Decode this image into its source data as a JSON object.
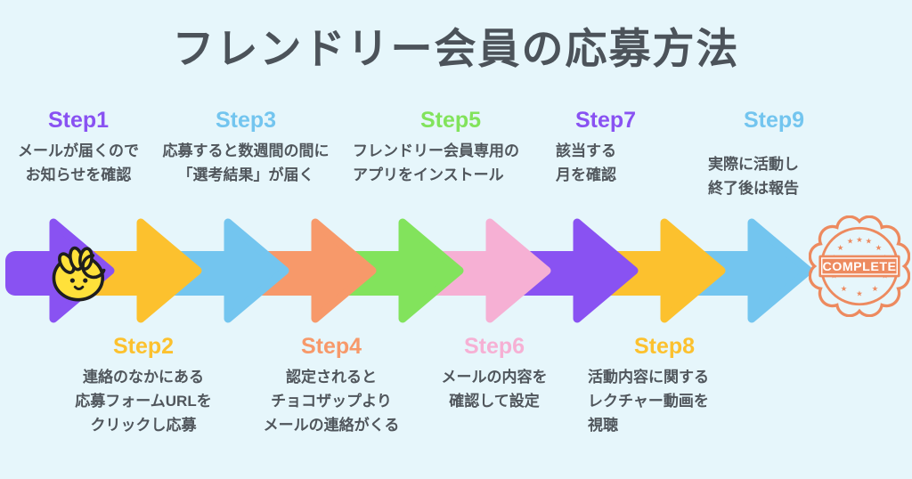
{
  "title": "フレンドリー会員の応募方法",
  "theme": {
    "background_color": "#e6f6fb",
    "title_color": "#4c535a",
    "body_text_color": "#50565c"
  },
  "steps": [
    {
      "label": "Step1",
      "color": "#8952f2",
      "position": "top",
      "description": "メールが届くので\nお知らせを確認"
    },
    {
      "label": "Step2",
      "color": "#fcc12e",
      "position": "bottom",
      "description": "連絡のなかにある\n応募フォームURLを\nクリックし応募"
    },
    {
      "label": "Step3",
      "color": "#73c5ef",
      "position": "top",
      "description": "応募すると数週間の間に\n「選考結果」が届く"
    },
    {
      "label": "Step4",
      "color": "#f7996a",
      "position": "bottom",
      "description": "認定されると\nチョコザップより\nメールの連絡がくる"
    },
    {
      "label": "Step5",
      "color": "#82e35c",
      "position": "top",
      "description": "フレンドリー会員専用の\nアプリをインストール"
    },
    {
      "label": "Step6",
      "color": "#f6b0d4",
      "position": "bottom",
      "description": "メールの内容を\n確認して設定"
    },
    {
      "label": "Step7",
      "color": "#8952f2",
      "position": "top",
      "description": "該当する\n月を確認"
    },
    {
      "label": "Step8",
      "color": "#fcc12e",
      "position": "bottom",
      "description": "活動内容に関する\nレクチャー動画を\n視聴"
    },
    {
      "label": "Step9",
      "color": "#73c5ef",
      "position": "top",
      "description": "実際に活動し\n終了後は報告"
    }
  ],
  "mascot": {
    "name": "chocozap-mascot",
    "body_color": "#ffe13a",
    "outline_color": "#1e1e1e"
  },
  "stamp": {
    "text": "COMPLETE",
    "color": "#ed8a5f",
    "text_color": "#ffffff"
  }
}
